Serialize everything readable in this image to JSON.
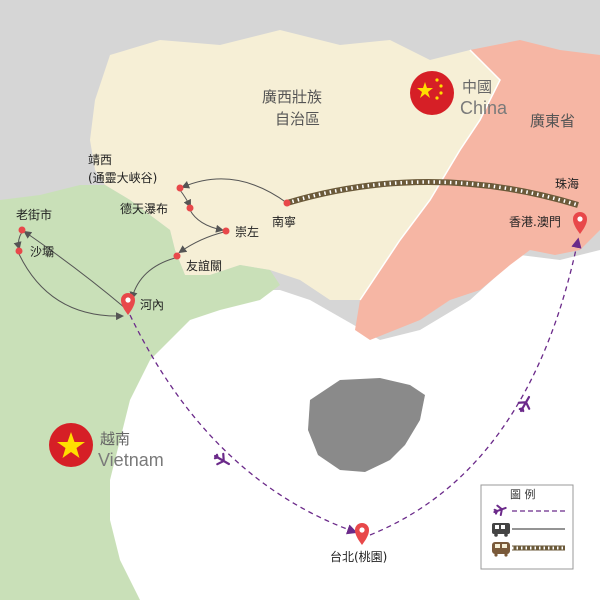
{
  "regions": {
    "guangxi_line1": "廣西壯族",
    "guangxi_line2": "自治區",
    "guangdong": "廣東省"
  },
  "countries": {
    "china_cn": "中國",
    "china_en": "China",
    "vietnam_cn": "越南",
    "vietnam_en": "Vietnam"
  },
  "places": {
    "jingxi_line1": "靖西",
    "jingxi_line2": "(通靈大峽谷)",
    "detian": "德天瀑布",
    "chongzuo": "崇左",
    "youyiguan": "友誼關",
    "nanning": "南寧",
    "laojieshi": "老街市",
    "shaba": "沙壩",
    "hanoi": "河內",
    "zhuhai": "珠海",
    "hkmacau": "香港.澳門",
    "taipei": "台北(桃園)"
  },
  "legend": {
    "title": "圖 例"
  },
  "colors": {
    "sea": "#ffffff",
    "land_gray": "#d6d6d6",
    "guangxi": "#f6efd6",
    "guangdong": "#f6b6a4",
    "vietnam": "#c9e0b8",
    "hainan": "#8a8a8a",
    "flight_route": "#6b2a8a",
    "red_flag": "#d61f26",
    "star": "#ffde00"
  }
}
